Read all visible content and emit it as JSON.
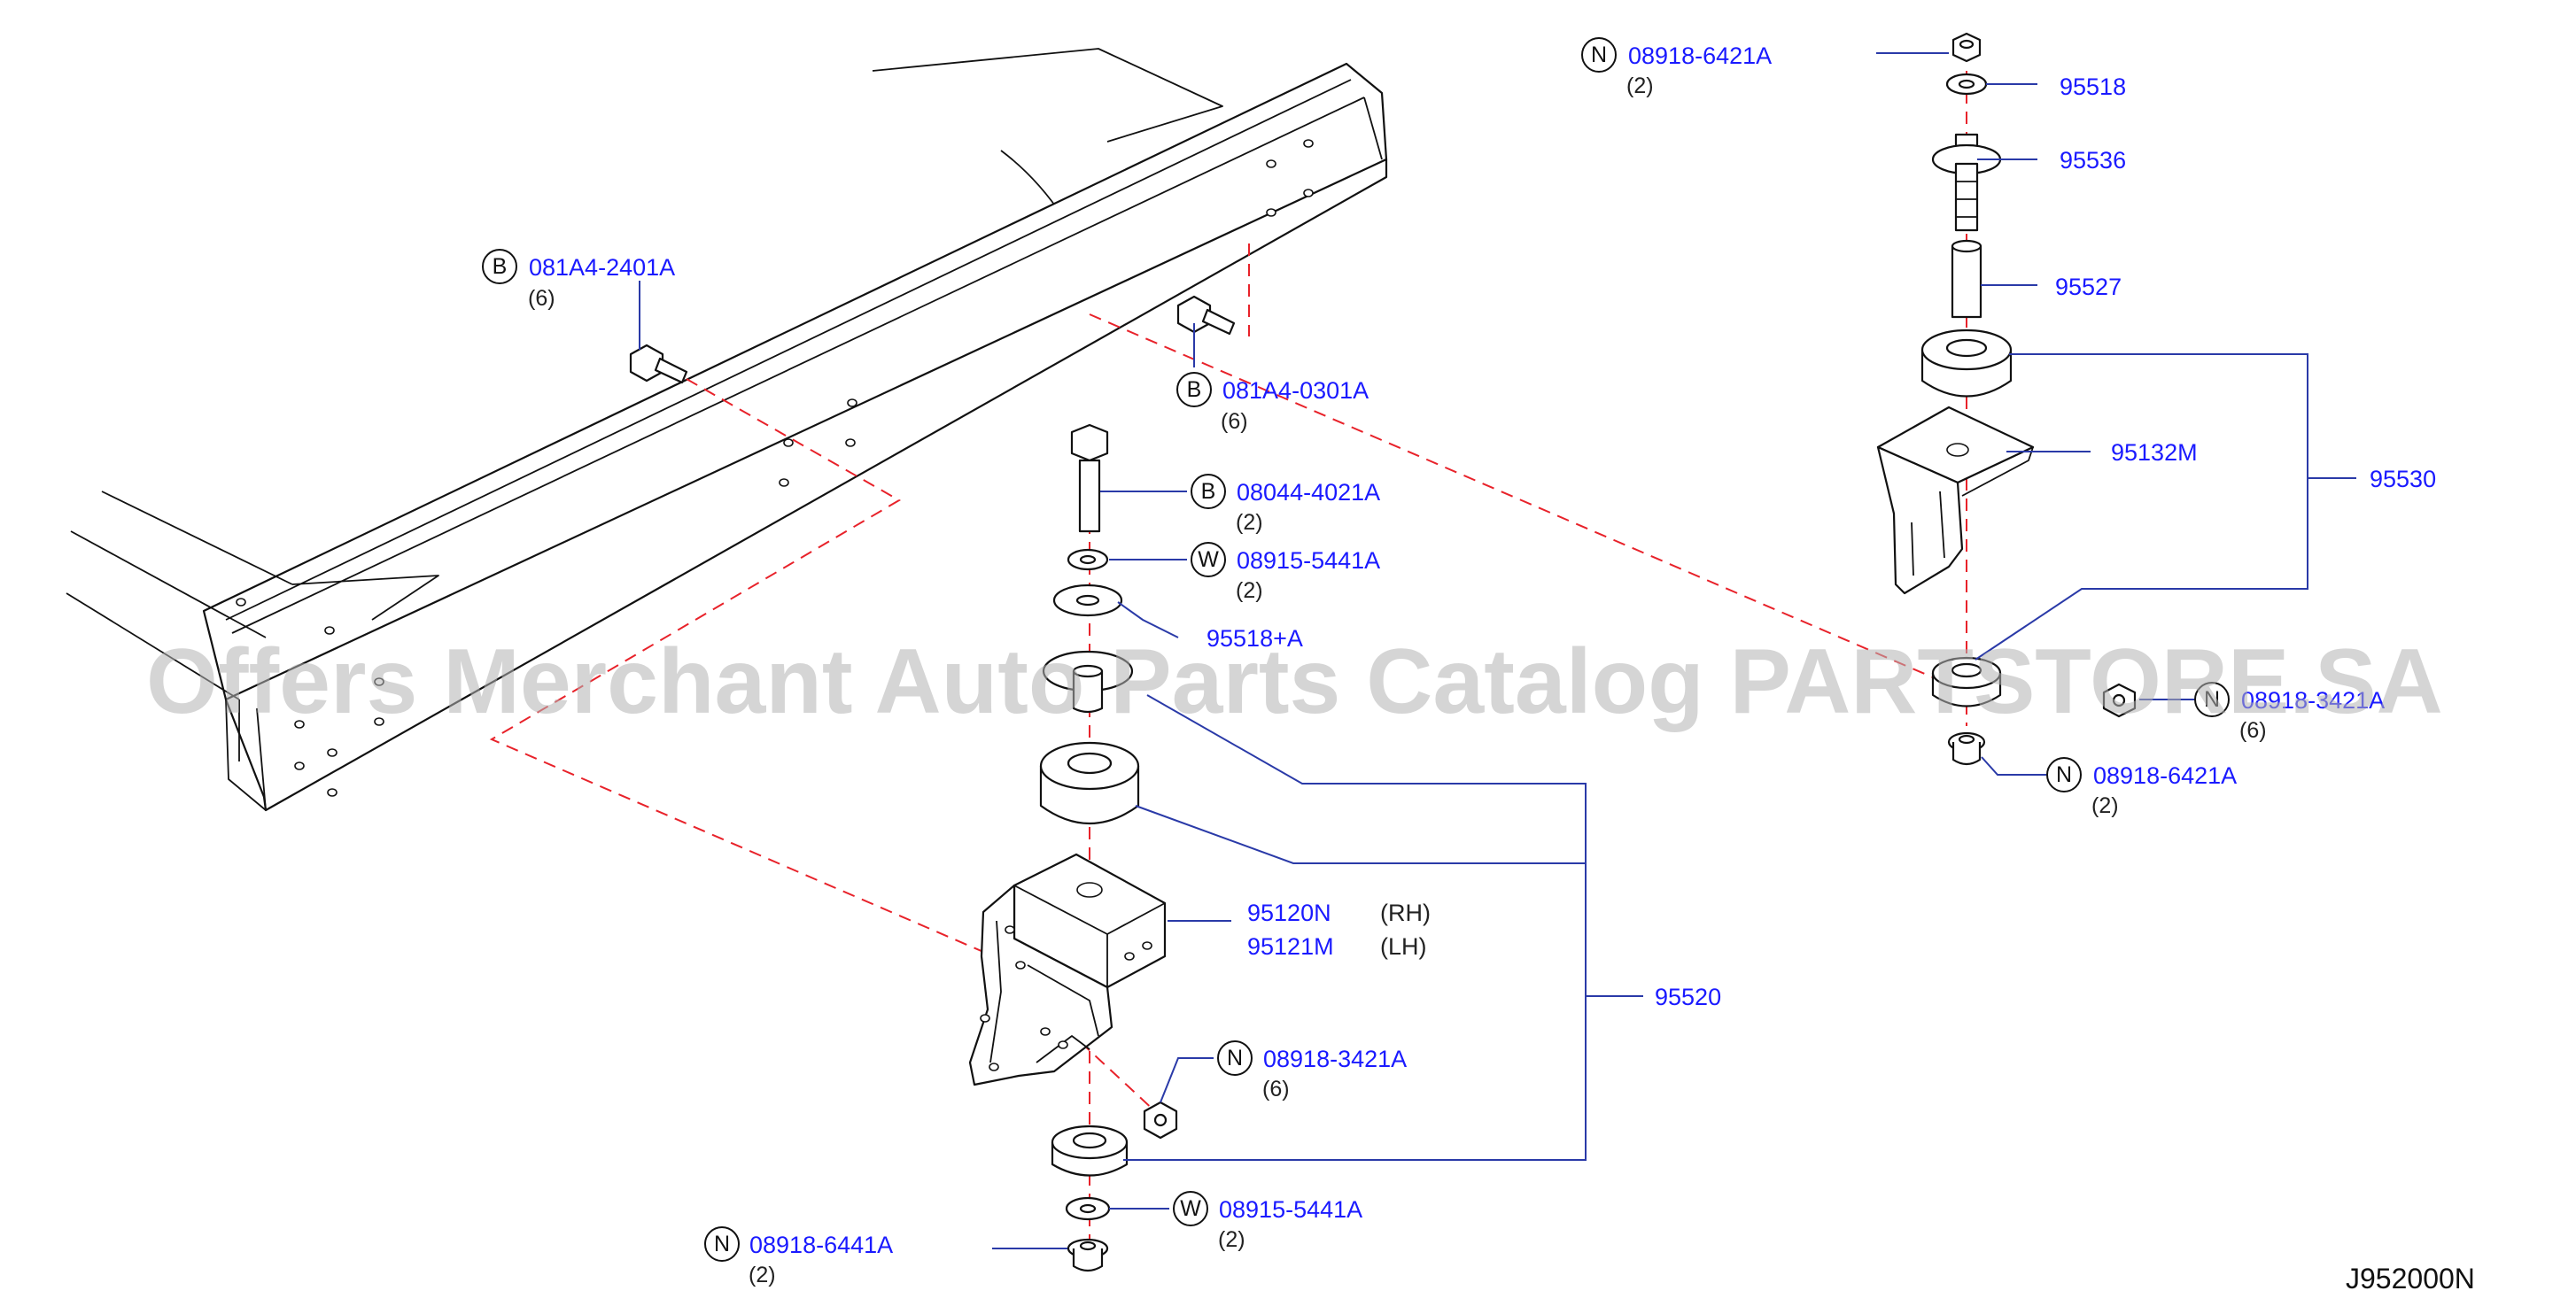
{
  "callouts": {
    "c1": {
      "symbol": "B",
      "part": "081A4-2401A",
      "qty": "(6)"
    },
    "c2": {
      "symbol": "B",
      "part": "081A4-0301A",
      "qty": "(6)"
    },
    "c3": {
      "symbol": "B",
      "part": "08044-4021A",
      "qty": "(2)"
    },
    "c4": {
      "symbol": "W",
      "part": "08915-5441A",
      "qty": "(2)"
    },
    "c5": {
      "part": "95518+A"
    },
    "c6": {
      "part_rh": "95120N",
      "side_rh": "(RH)",
      "part_lh": "95121M",
      "side_lh": "(LH)"
    },
    "c7": {
      "part": "95520"
    },
    "c8": {
      "symbol": "N",
      "part": "08918-3421A",
      "qty": "(6)"
    },
    "c9": {
      "symbol": "W",
      "part": "08915-5441A",
      "qty": "(2)"
    },
    "c10": {
      "symbol": "N",
      "part": "08918-6441A",
      "qty": "(2)"
    },
    "c11": {
      "symbol": "N",
      "part": "08918-6421A",
      "qty": "(2)"
    },
    "c12": {
      "part": "95518"
    },
    "c13": {
      "part": "95536"
    },
    "c14": {
      "part": "95527"
    },
    "c15": {
      "part": "95132M"
    },
    "c16": {
      "part": "95530"
    },
    "c17": {
      "symbol": "N",
      "part": "08918-3421A",
      "qty": "(6)"
    },
    "c18": {
      "symbol": "N",
      "part": "08918-6421A",
      "qty": "(2)"
    }
  },
  "watermark": "Offers Merchant Auto Parts Catalog PARTSTORE.SA",
  "diagram_ref": "J952000N",
  "colors": {
    "part_number": "#1a1aff",
    "leader": "#2a3aa8",
    "center_line": "#e8222a"
  }
}
